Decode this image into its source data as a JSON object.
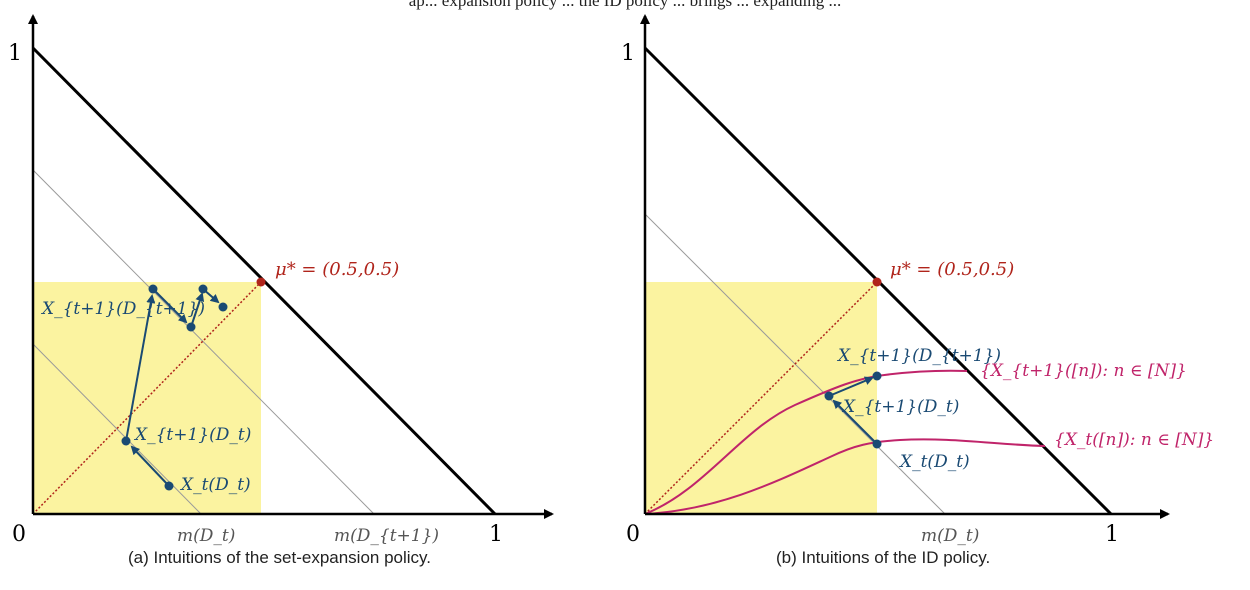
{
  "header_fragment": "ap... expansion policy ... the ID policy ... brings ... expanding ...",
  "panel_a": {
    "axis": {
      "origin": "0",
      "x_one": "1",
      "y_one": "1"
    },
    "tick_mDt": "m(D_t)",
    "tick_mDt1": "m(D_{t+1})",
    "mu_label": "μ* = (0.5,0.5)",
    "labels": {
      "X_t1_D_t1": "X_{t+1}(D_{t+1})",
      "X_t1_D_t": "X_{t+1}(D_t)",
      "X_t_D_t": "X_t(D_t)"
    },
    "caption": "(a) Intuitions of the set-expansion policy."
  },
  "panel_b": {
    "axis": {
      "origin": "0",
      "x_one": "1",
      "y_one": "1"
    },
    "tick_mDt": "m(D_t)",
    "mu_label": "μ* = (0.5,0.5)",
    "labels": {
      "X_t1_D_t1": "X_{t+1}(D_{t+1})",
      "X_t1_D_t": "X_{t+1}(D_t)",
      "X_t_D_t": "X_t(D_t)",
      "curve_upper": "{X_{t+1}([n]): n ∈ [N]}",
      "curve_lower": "{X_t([n]): n ∈ [N]}"
    },
    "caption": "(b) Intuitions of the ID policy."
  },
  "colors": {
    "highlight": "#fbf3a0",
    "point": "#1a4a73",
    "mu": "#b0241b",
    "curve": "#c0246a",
    "axis": "#000000",
    "level": "#9a9a9a"
  }
}
